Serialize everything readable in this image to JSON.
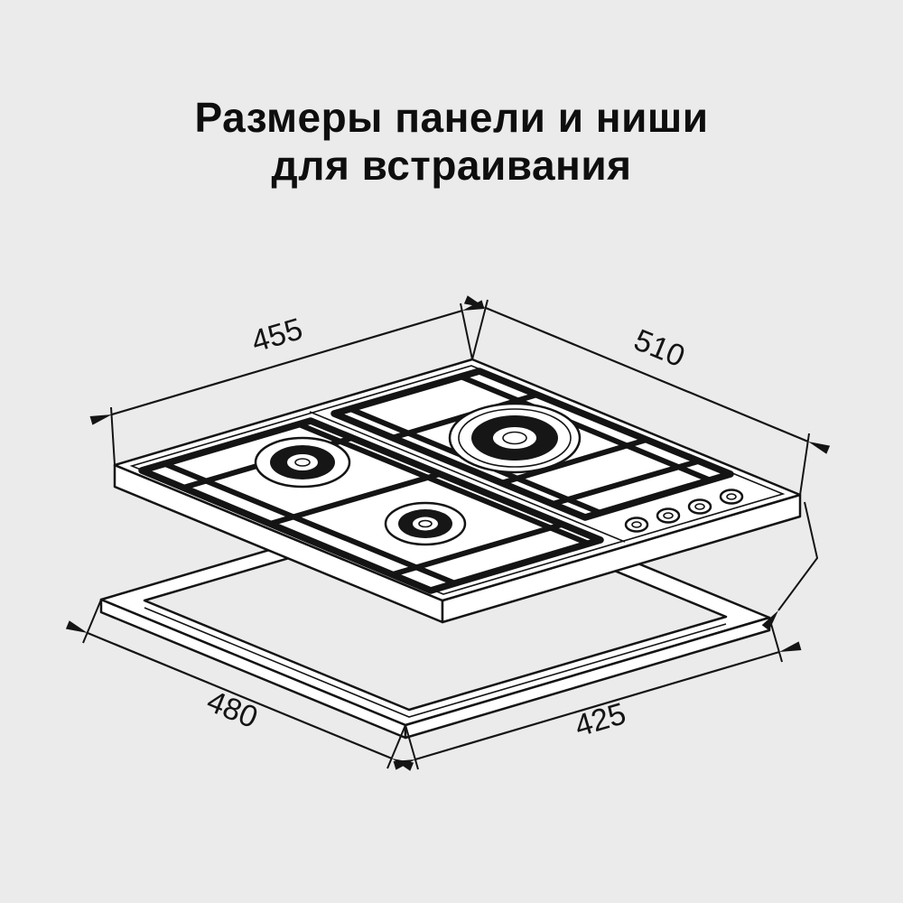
{
  "title": {
    "line1": "Размеры панели и ниши",
    "line2": "для встраивания"
  },
  "diagram": {
    "panel": {
      "width_mm": "455",
      "depth_mm": "510",
      "burners_count": 3,
      "knobs_count": 4
    },
    "niche": {
      "depth_mm": "480",
      "width_mm": "425"
    },
    "colors": {
      "background": "#ebebeb",
      "line": "#141414",
      "surface": "#ffffff"
    }
  }
}
